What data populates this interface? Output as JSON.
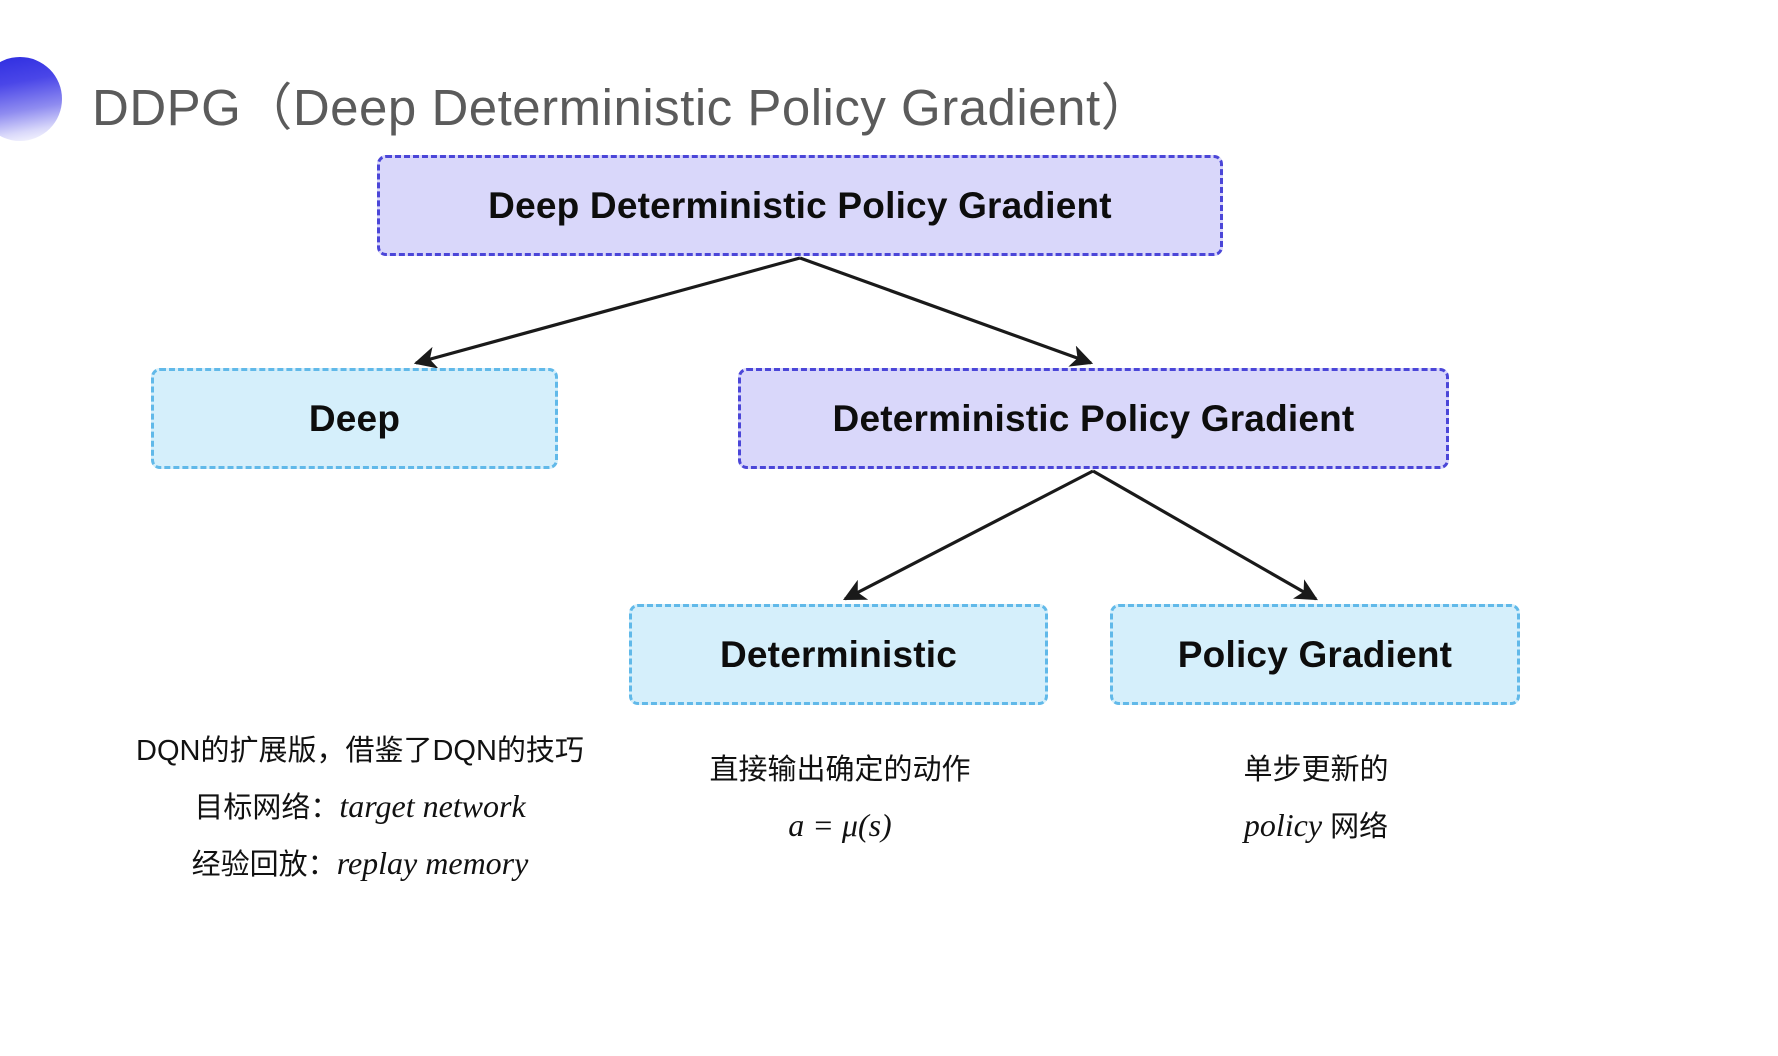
{
  "slide": {
    "title": "DDPG（Deep Deterministic Policy Gradient）",
    "bullet_icon": "gradient-circle-bullet",
    "title_color": "#5b5b5b",
    "background": "#ffffff"
  },
  "palette": {
    "purple_fill": "#d9d7fa",
    "purple_border": "#4b46d8",
    "blue_fill": "#d5effb",
    "blue_border": "#61b9e9",
    "arrow_color": "#1a1a1a",
    "text_color": "#0d0d0d"
  },
  "nodes": {
    "root": {
      "label": "Deep Deterministic Policy Gradient",
      "style": "purple"
    },
    "deep": {
      "label": "Deep",
      "style": "blue"
    },
    "dpg": {
      "label": "Deterministic Policy Gradient",
      "style": "purple"
    },
    "deterministic": {
      "label": "Deterministic",
      "style": "blue"
    },
    "policy_gradient": {
      "label": "Policy Gradient",
      "style": "blue"
    }
  },
  "captions": {
    "deep": {
      "line1": "DQN的扩展版，借鉴了DQN的技巧",
      "line2_label": "目标网络：",
      "line2_term": "target network",
      "line3_label": "经验回放：",
      "line3_term": "replay memory"
    },
    "deterministic": {
      "line1": "直接输出确定的动作",
      "formula": "a = μ(s)"
    },
    "policy_gradient": {
      "line1": "单步更新的",
      "line2_term": "policy",
      "line2_suffix": " 网络"
    }
  }
}
